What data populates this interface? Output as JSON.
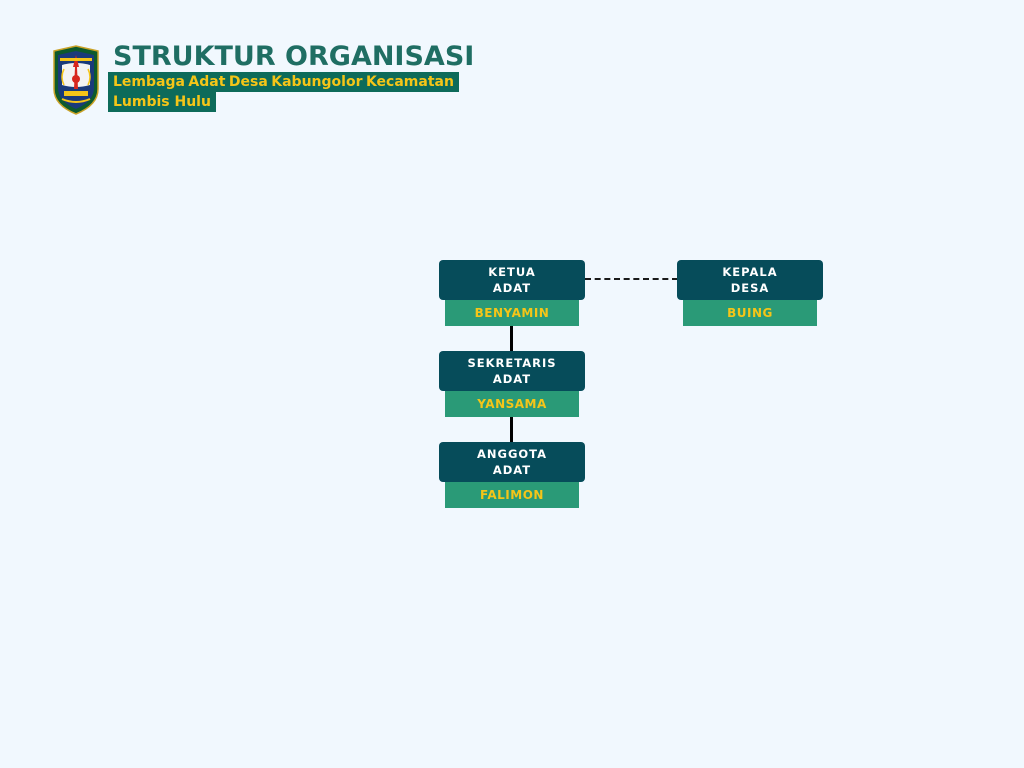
{
  "header": {
    "title": "STRUKTUR ORGANISASI",
    "subtitle_words": [
      "Lembaga",
      "Adat",
      "Desa",
      "Kabungolor",
      "Kecamatan"
    ],
    "subtitle_line2": "Lumbis Hulu"
  },
  "org": {
    "ketua": {
      "title_1": "KETUA",
      "title_2": "ADAT",
      "name": "BENYAMIN"
    },
    "kepala": {
      "title_1": "KEPALA",
      "title_2": "DESA",
      "name": "BUING"
    },
    "sekretaris": {
      "title_1": "SEKRETARIS",
      "title_2": "ADAT",
      "name": "YANSAMA"
    },
    "anggota": {
      "title_1": "ANGGOTA",
      "title_2": "ADAT",
      "name": "FALIMON"
    }
  },
  "colors": {
    "background": "#f1f8fe",
    "title": "#1f6e63",
    "role_box": "#064c5a",
    "name_box": "#2a9a77",
    "name_text": "#f5c518"
  },
  "icons": {
    "logo": "regional-shield-emblem"
  }
}
